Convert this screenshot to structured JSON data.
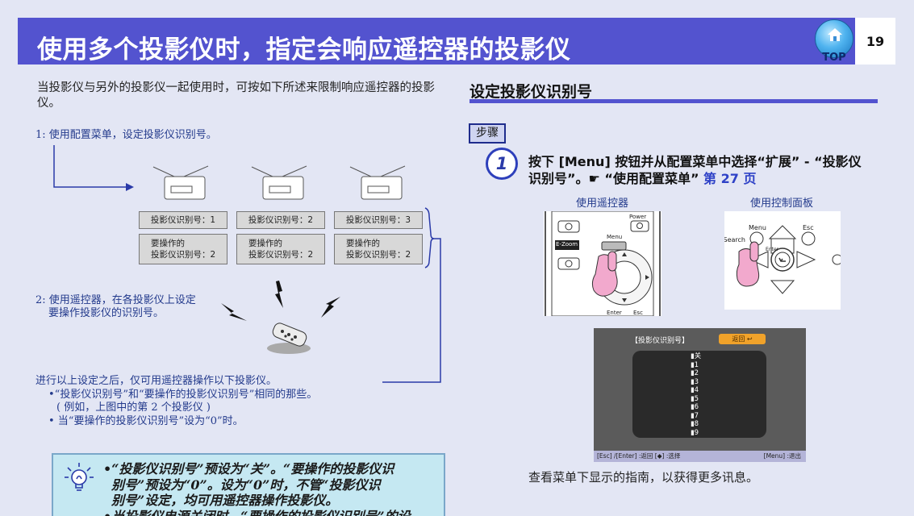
{
  "header": {
    "title": "使用多个投影仪时，指定会响应遥控器的投影仪",
    "page_number": "19",
    "top_label": "TOP",
    "top_icon": "home-icon"
  },
  "left": {
    "intro": "当投影仪与另外的投影仪一起使用时，可按如下所述来限制响应遥控器的投影仪。",
    "step1": "1: 使用配置菜单，设定投影仪识别号。",
    "projectors": [
      {
        "id_label": "投影仪识别号：1",
        "op_line1": "要操作的",
        "op_line2": "投影仪识别号：2"
      },
      {
        "id_label": "投影仪识别号：2",
        "op_line1": "要操作的",
        "op_line2": "投影仪识别号：2"
      },
      {
        "id_label": "投影仪识别号：3",
        "op_line1": "要操作的",
        "op_line2": "投影仪识别号：2"
      }
    ],
    "step2_line1": "2: 使用遥控器，在各投影仪上设定",
    "step2_line2": "要操作投影仪的识别号。",
    "after_line1": "进行以上设定之后，仅可用遥控器操作以下投影仪。",
    "after_bullet1": "•“投影仪识别号”和“要操作的投影仪识别号”相同的那些。",
    "after_bullet1b": "( 例如，上图中的第 2 个投影仪 )",
    "after_bullet2": "• 当“要操作的投影仪识别号”设为“0”时。",
    "tip_line1": "•“投影仪识别号”预设为“关”。“要操作的投影仪识",
    "tip_line2": "别号”预设为“0”。设为“0”时，不管“投影仪识",
    "tip_line3": "别号”设定，均可用遥控器操作投影仪。",
    "tip_line4": "•当投影仪电源关闭时，“要操作的投影仪识别号”的设",
    "tip_icon": "lightbulb-icon"
  },
  "right": {
    "section_title": "设定投影仪识别号",
    "steps_tag": "步骤",
    "step_number": "1",
    "instruction_main": "按下 [Menu] 按钮并从配置菜单中选择“扩展” - “投影仪识别号”。☛ “使用配置菜单”",
    "instruction_link": "第 27 页",
    "caption_remote": "使用遥控器",
    "caption_panel": "使用控制面板",
    "remote_labels": {
      "power": "Power",
      "ezoom": "E-Zoom",
      "menu": "Menu",
      "enter": "Enter",
      "esc": "Esc"
    },
    "panel_labels": {
      "menu": "Menu",
      "esc": "Esc",
      "search": "Search",
      "enter": "Enter"
    },
    "osd": {
      "header": "【投影仪识别号】",
      "return_label": "返回",
      "items": [
        "关",
        "1",
        "2",
        "3",
        "4",
        "5",
        "6",
        "7",
        "8",
        "9"
      ],
      "footer_left": "[Esc] /[Enter] :返回 [◆] :选择",
      "footer_right": "[Menu] :退出"
    },
    "bottom_note": "查看菜单下显示的指南，以获得更多讯息。"
  },
  "colors": {
    "title_bar": "#5353cf",
    "background": "#e3e6f4",
    "link": "#2f42c7",
    "tip_background": "#c5e8f2"
  }
}
